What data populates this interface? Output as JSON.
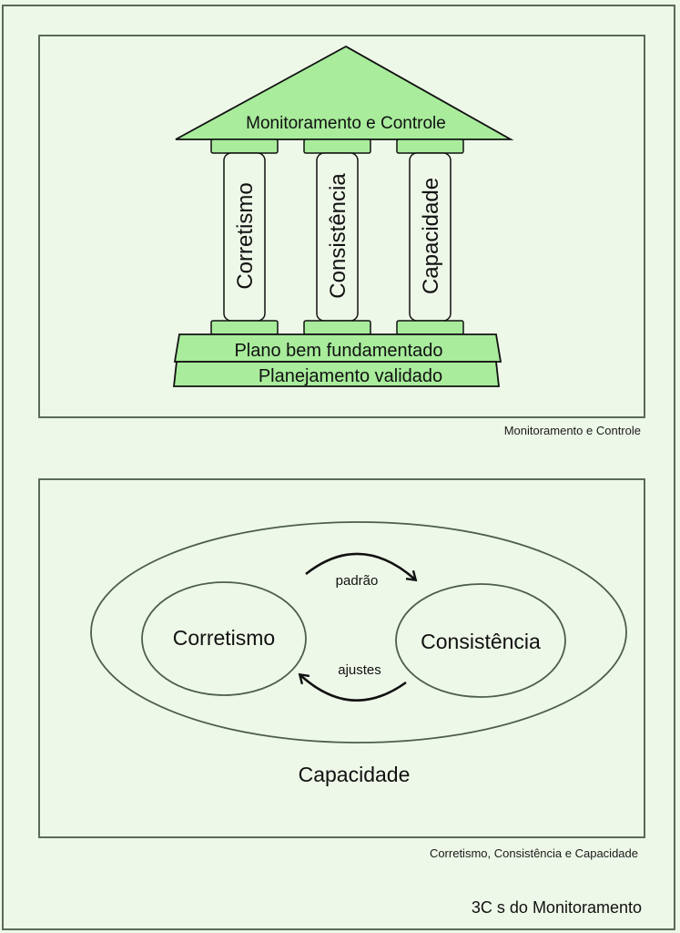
{
  "colors": {
    "background": "#eef8e8",
    "frame_border": "#5a6b58",
    "temple_fill": "#a8ec9c",
    "column_fill": "#eef8e8",
    "stroke": "#111111"
  },
  "temple": {
    "roof_label": "Monitoramento e Controle",
    "pillars": [
      {
        "label": "Corretismo"
      },
      {
        "label": "Consistência"
      },
      {
        "label": "Capacidade"
      }
    ],
    "base_upper_label": "Plano bem fundamentado",
    "base_lower_label": "Planejamento validado",
    "caption": "Monitoramento e Controle"
  },
  "cycle_diagram": {
    "outer_label": "Capacidade",
    "left_node": "Corretismo",
    "right_node": "Consistência",
    "top_arrow_label": "padrão",
    "bottom_arrow_label": "ajustes",
    "caption": "Corretismo, Consistência e Capacidade"
  },
  "footer": {
    "title": "3C s do Monitoramento"
  }
}
